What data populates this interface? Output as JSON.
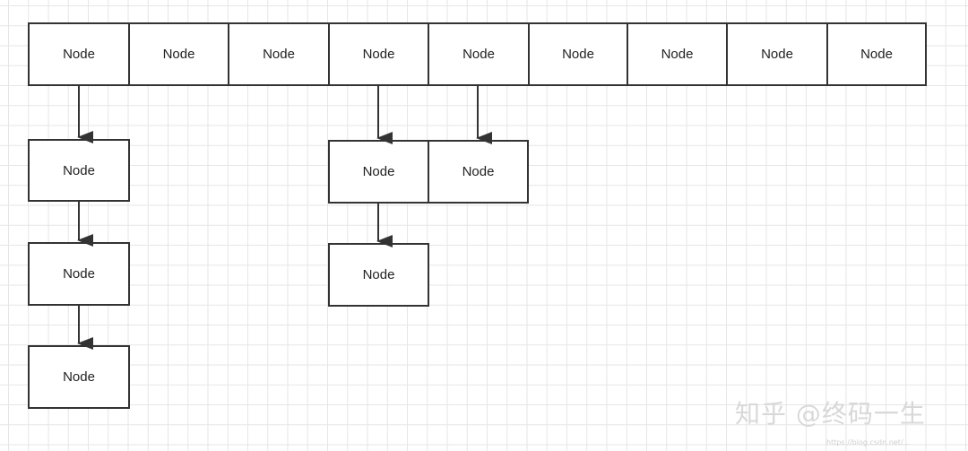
{
  "array_row": {
    "nodes": [
      "Node",
      "Node",
      "Node",
      "Node",
      "Node",
      "Node",
      "Node",
      "Node",
      "Node"
    ]
  },
  "chain_a": {
    "nodes": [
      "Node",
      "Node",
      "Node"
    ]
  },
  "chain_b": {
    "row_nodes": [
      "Node",
      "Node"
    ],
    "child_node": "Node"
  },
  "watermark": "知乎 @终码一生",
  "url_watermark": "https://blog.csdn.net/..."
}
